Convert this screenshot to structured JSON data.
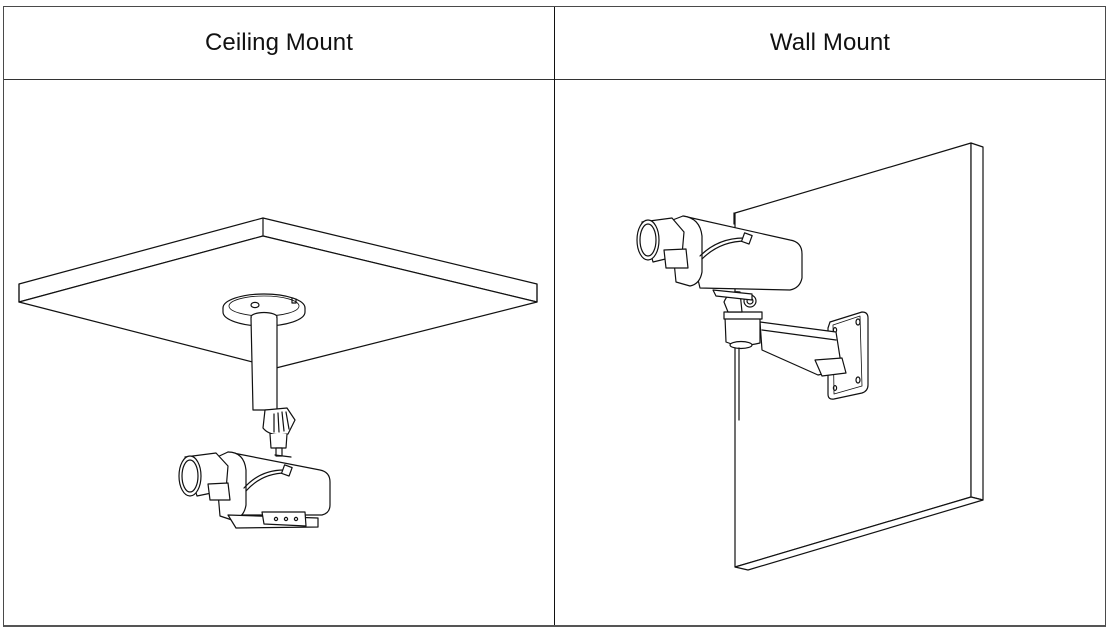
{
  "table": {
    "columns": [
      {
        "header": "Ceiling Mount",
        "illustration": "camera-ceiling-mount-illustration"
      },
      {
        "header": "Wall Mount",
        "illustration": "camera-wall-mount-illustration"
      }
    ]
  }
}
